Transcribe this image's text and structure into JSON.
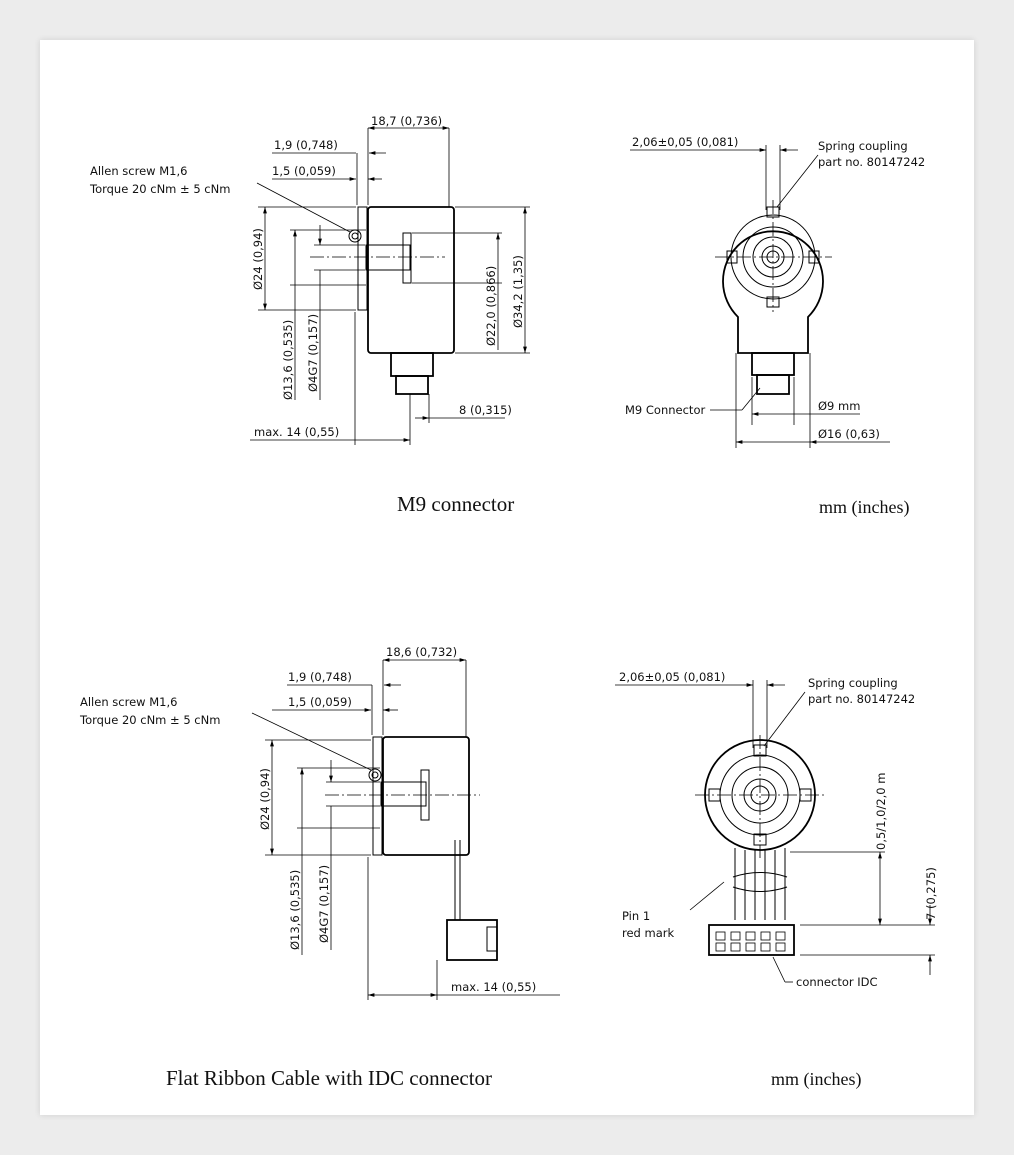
{
  "units_label": "mm (inches)",
  "m9": {
    "caption": "M9 connector",
    "allen_screw": "Allen screw M1,6",
    "torque": "Torque 20 cNm ± 5 cNm",
    "dim_18_7": "18,7 (0,736)",
    "dim_1_9": "1,9 (0,748)",
    "dim_1_5": "1,5 (0,059)",
    "dim_d24": "Ø24 (0,94)",
    "dim_d13_6": "Ø13,6 (0,535)",
    "dim_d4g7": "Ø4G7 (0,157)",
    "dim_d22": "Ø22,0 (0,866)",
    "dim_d34_2": "Ø34,2 (1,35)",
    "dim_8": "8 (0,315)",
    "dim_max14": "max. 14 (0,55)",
    "dim_2_06": "2,06±0,05 (0,081)",
    "spring_1": "Spring coupling",
    "spring_2": "part no. 80147242",
    "connector": "M9 Connector",
    "dim_d9": "Ø9 mm",
    "dim_d16": "Ø16 (0,63)"
  },
  "ribbon": {
    "caption": "Flat Ribbon Cable with IDC connector",
    "allen_screw": "Allen screw M1,6",
    "torque": "Torque 20 cNm ± 5 cNm",
    "dim_18_6": "18,6 (0,732)",
    "dim_1_9": "1,9 (0,748)",
    "dim_1_5": "1,5 (0,059)",
    "dim_d24": "Ø24 (0,94)",
    "dim_d13_6": "Ø13,6 (0,535)",
    "dim_d4g7": "Ø4G7 (0,157)",
    "dim_max14": "max. 14 (0,55)",
    "dim_2_06": "2,06±0,05 (0,081)",
    "spring_1": "Spring coupling",
    "spring_2": "part no. 80147242",
    "cable_len": "0,5/1,0/2,0 m",
    "dim_7": "7 (0,275)",
    "pin_1": "Pin 1",
    "pin_2": "red mark",
    "connector": "connector IDC"
  }
}
